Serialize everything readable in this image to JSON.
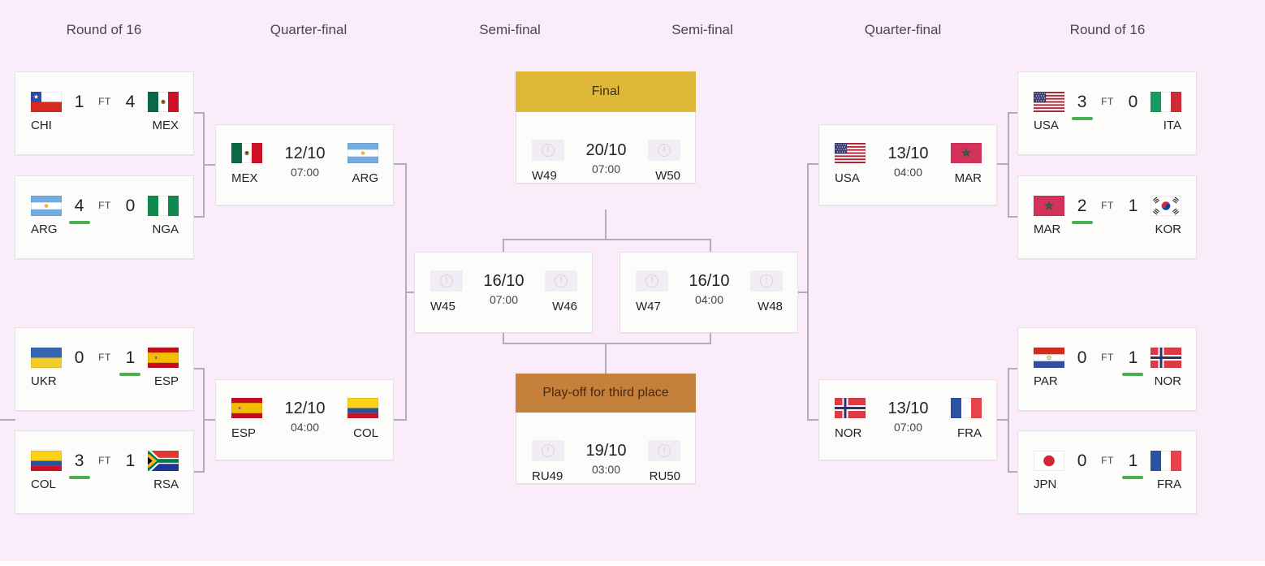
{
  "colors": {
    "background": "#faecf9",
    "card_bg": "#fcfcfa",
    "card_border": "#e4dfe8",
    "connector": "#b2abbe",
    "winner_underline": "#4caf50",
    "final_banner": "#e0b838",
    "final_banner_text": "#3e3217",
    "third_place_banner": "#c5813c",
    "third_banner_text": "#47290e",
    "text_primary": "#232229",
    "text_secondary": "#45444c",
    "header_text": "#4a4550",
    "placeholder": "#d9d2e0",
    "placeholder_bg": "#f2edf5"
  },
  "column_headers": [
    "Round of 16",
    "Quarter-final",
    "Semi-final",
    "Semi-final",
    "Quarter-final",
    "Round of 16"
  ],
  "round_of_16": [
    {
      "id": "r16-1",
      "home": {
        "code": "CHI"
      },
      "away": {
        "code": "MEX"
      },
      "home_score": "1",
      "away_score": "4",
      "status": "FT",
      "winner": null
    },
    {
      "id": "r16-2",
      "home": {
        "code": "ARG"
      },
      "away": {
        "code": "NGA"
      },
      "home_score": "4",
      "away_score": "0",
      "status": "FT",
      "winner": "home"
    },
    {
      "id": "r16-3",
      "home": {
        "code": "UKR"
      },
      "away": {
        "code": "ESP"
      },
      "home_score": "0",
      "away_score": "1",
      "status": "FT",
      "winner": "away"
    },
    {
      "id": "r16-4",
      "home": {
        "code": "COL"
      },
      "away": {
        "code": "RSA"
      },
      "home_score": "3",
      "away_score": "1",
      "status": "FT",
      "winner": "home"
    },
    {
      "id": "r16-5",
      "home": {
        "code": "USA"
      },
      "away": {
        "code": "ITA"
      },
      "home_score": "3",
      "away_score": "0",
      "status": "FT",
      "winner": "home"
    },
    {
      "id": "r16-6",
      "home": {
        "code": "MAR"
      },
      "away": {
        "code": "KOR"
      },
      "home_score": "2",
      "away_score": "1",
      "status": "FT",
      "winner": "home"
    },
    {
      "id": "r16-7",
      "home": {
        "code": "PAR"
      },
      "away": {
        "code": "NOR"
      },
      "home_score": "0",
      "away_score": "1",
      "status": "FT",
      "winner": "away"
    },
    {
      "id": "r16-8",
      "home": {
        "code": "JPN"
      },
      "away": {
        "code": "FRA"
      },
      "home_score": "0",
      "away_score": "1",
      "status": "FT",
      "winner": "away"
    }
  ],
  "quarter_finals": [
    {
      "id": "qf-1",
      "home": {
        "code": "MEX"
      },
      "away": {
        "code": "ARG"
      },
      "date": "12/10",
      "time": "07:00"
    },
    {
      "id": "qf-2",
      "home": {
        "code": "ESP"
      },
      "away": {
        "code": "COL"
      },
      "date": "12/10",
      "time": "04:00"
    },
    {
      "id": "qf-3",
      "home": {
        "code": "USA"
      },
      "away": {
        "code": "MAR"
      },
      "date": "13/10",
      "time": "04:00"
    },
    {
      "id": "qf-4",
      "home": {
        "code": "NOR"
      },
      "away": {
        "code": "FRA"
      },
      "date": "13/10",
      "time": "07:00"
    }
  ],
  "semi_finals": [
    {
      "id": "sf-1",
      "home": {
        "code": "W45",
        "placeholder": true
      },
      "away": {
        "code": "W46",
        "placeholder": true
      },
      "date": "16/10",
      "time": "07:00"
    },
    {
      "id": "sf-2",
      "home": {
        "code": "W47",
        "placeholder": true
      },
      "away": {
        "code": "W48",
        "placeholder": true
      },
      "date": "16/10",
      "time": "04:00"
    }
  ],
  "final": {
    "banner": "Final",
    "home": {
      "code": "W49",
      "placeholder": true
    },
    "away": {
      "code": "W50",
      "placeholder": true
    },
    "date": "20/10",
    "time": "07:00"
  },
  "third_place": {
    "banner": "Play-off for third place",
    "home": {
      "code": "RU49",
      "placeholder": true
    },
    "away": {
      "code": "RU50",
      "placeholder": true
    },
    "date": "19/10",
    "time": "03:00"
  }
}
